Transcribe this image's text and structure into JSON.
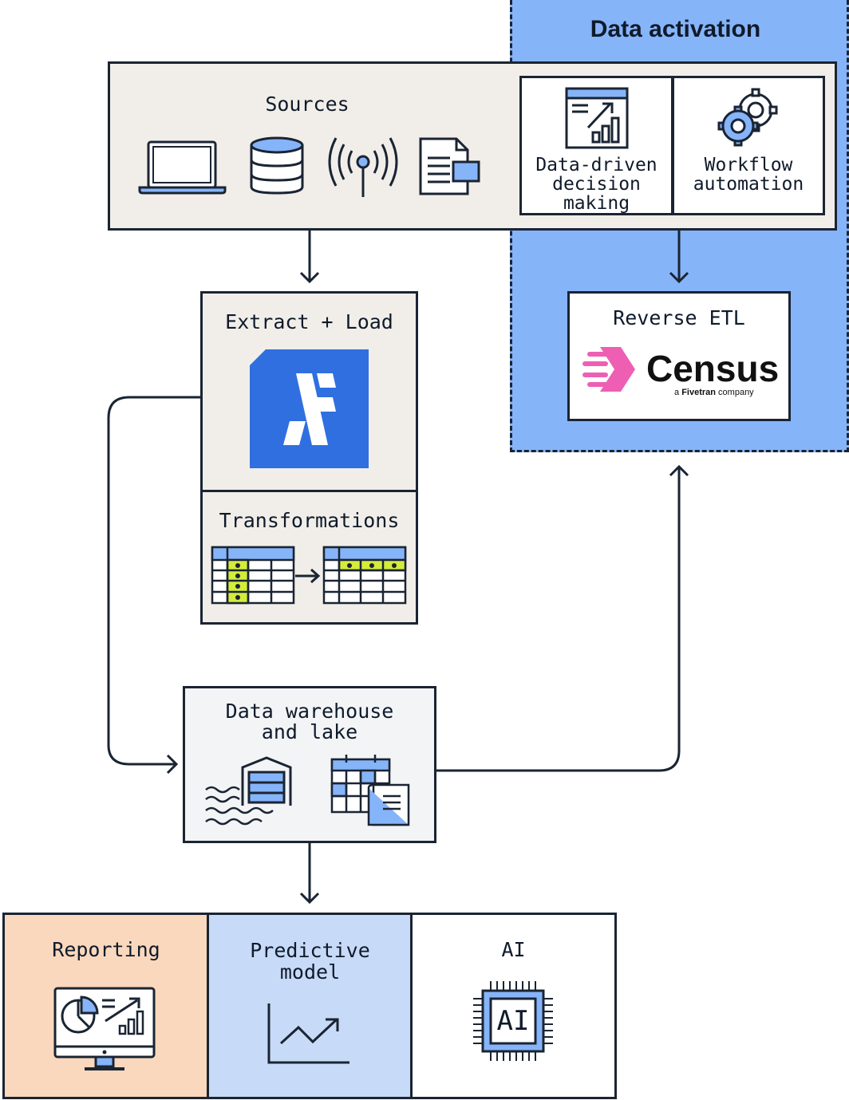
{
  "data_activation": {
    "title": "Data activation",
    "items": [
      {
        "label": "Data-driven\ndecision\nmaking",
        "icon": "chart-report-icon"
      },
      {
        "label": "Workflow\nautomation",
        "icon": "gears-icon"
      }
    ]
  },
  "sources": {
    "title": "Sources",
    "icons": [
      "laptop-icon",
      "database-icon",
      "antenna-icon",
      "document-icon"
    ]
  },
  "extract_load": {
    "title": "Extract + Load",
    "logo": "fivetran-logo"
  },
  "transformations": {
    "title": "Transformations"
  },
  "reverse_etl": {
    "title": "Reverse ETL",
    "brand": "Census",
    "tagline_prefix": "a",
    "tagline_brand": "Fivetran",
    "tagline_suffix": "company"
  },
  "warehouse": {
    "title": "Data warehouse\nand lake"
  },
  "outputs": [
    {
      "label": "Reporting",
      "bg": "#fad8bd",
      "icon": "monitor-report-icon"
    },
    {
      "label": "Predictive\nmodel",
      "bg": "#c7daf7",
      "icon": "trend-chart-icon"
    },
    {
      "label": "AI",
      "bg": "#ffffff",
      "icon": "ai-chip-icon",
      "chip_text": "AI"
    }
  ],
  "colors": {
    "activation_blue": "#86b4f9",
    "panel_beige": "#f1eee9",
    "fivetran_blue": "#2f6fe0",
    "census_pink": "#ee5fb3",
    "accent_green": "#d4ec3a"
  }
}
